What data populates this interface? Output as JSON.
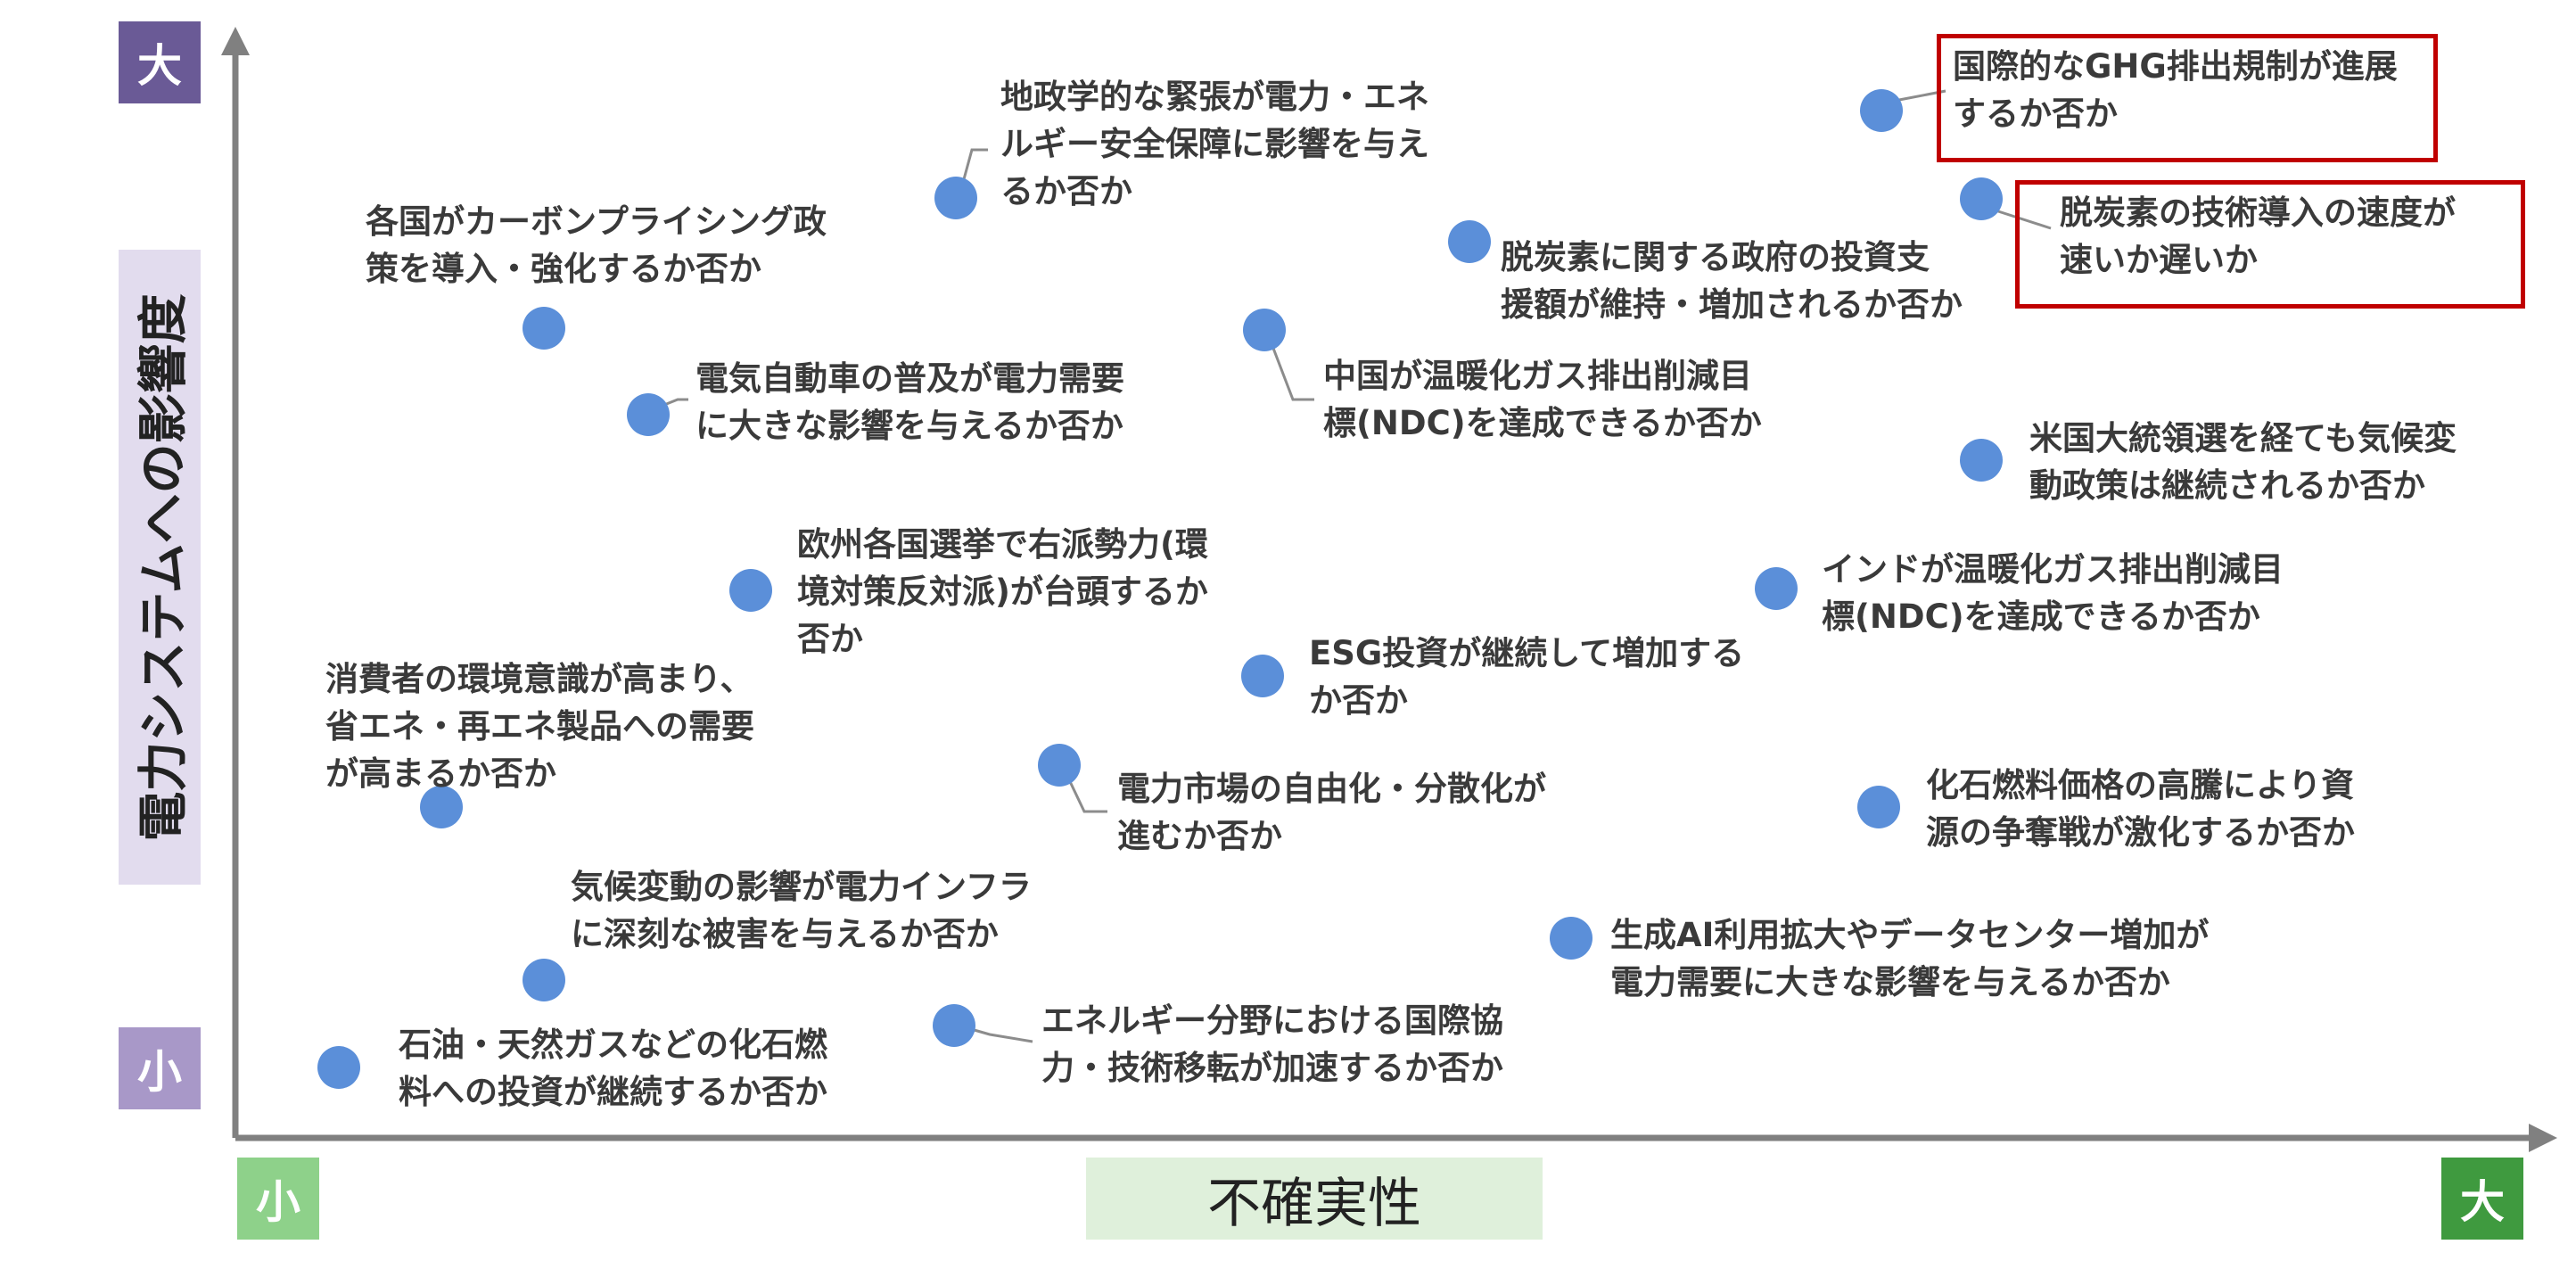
{
  "axes": {
    "y_title": "電力システムへの影響度",
    "y_high": "大",
    "y_low": "小",
    "x_title": "不確実性",
    "x_low": "小",
    "x_high": "大"
  },
  "colors": {
    "dot": "#5b8fd9",
    "axis": "#808080",
    "highlight": "#c00000",
    "y_high_badge": "#6a5a96",
    "y_low_badge": "#a898c8",
    "y_title_bg": "#e2dcee",
    "x_low_badge": "#8ed18a",
    "x_high_badge": "#3f9a3f",
    "x_title_bg": "#dff0db"
  },
  "chart_data": {
    "type": "scatter",
    "title": "",
    "xlabel": "不確実性",
    "ylabel": "電力システムへの影響度",
    "points": [
      {
        "label": "国際的なGHG排出規制が進展するか否か",
        "highlighted": true
      },
      {
        "label": "脱炭素の技術導入の速度が速いか遅いか",
        "highlighted": true
      },
      {
        "label": "脱炭素に関する政府の投資支援額が維持・増加されるか否か",
        "highlighted": false
      },
      {
        "label": "地政学的な緊張が電力・エネルギー安全保障に影響を与えるか否か",
        "highlighted": false
      },
      {
        "label": "各国がカーボンプライシング政策を導入・強化するか否か",
        "highlighted": false
      },
      {
        "label": "電気自動車の普及が電力需要に大きな影響を与えるか否か",
        "highlighted": false
      },
      {
        "label": "中国が温暖化ガス排出削減目標(NDC)を達成できるか否か",
        "highlighted": false
      },
      {
        "label": "米国大統領選を経ても気候変動政策は継続されるか否か",
        "highlighted": false
      },
      {
        "label": "欧州各国選挙で右派勢力(環境対策反対派)が台頭するか否か",
        "highlighted": false
      },
      {
        "label": "インドが温暖化ガス排出削減目標(NDC)を達成できるか否か",
        "highlighted": false
      },
      {
        "label": "ESG投資が継続して増加するか否か",
        "highlighted": false
      },
      {
        "label": "消費者の環境意識が高まり、省エネ・再エネ製品への需要が高まるか否か",
        "highlighted": false
      },
      {
        "label": "電力市場の自由化・分散化が進むか否か",
        "highlighted": false
      },
      {
        "label": "化石燃料価格の高騰により資源の争奪戦が激化するか否か",
        "highlighted": false
      },
      {
        "label": "気候変動の影響が電力インフラに深刻な被害を与えるか否か",
        "highlighted": false
      },
      {
        "label": "生成AI利用拡大やデータセンター増加が電力需要に大きな影響を与えるか否か",
        "highlighted": false
      },
      {
        "label": "エネルギー分野における国際協力・技術移転が加速するか否か",
        "highlighted": false
      },
      {
        "label": "石油・天然ガスなどの化石燃料への投資が継続するか否か",
        "highlighted": false
      }
    ],
    "label_lines": [
      [
        "国際的なGHG排出規制が進展",
        "するか否か"
      ],
      [
        "脱炭素の技術導入の速度が",
        "速いか遅いか"
      ],
      [
        "脱炭素に関する政府の投資支",
        "援額が維持・増加されるか否か"
      ],
      [
        "地政学的な緊張が電力・エネ",
        "ルギー安全保障に影響を与え",
        "るか否か"
      ],
      [
        "各国がカーボンプライシング政",
        "策を導入・強化するか否か"
      ],
      [
        "電気自動車の普及が電力需要",
        "に大きな影響を与えるか否か"
      ],
      [
        "中国が温暖化ガス排出削減目",
        "標(NDC)を達成できるか否か"
      ],
      [
        "米国大統領選を経ても気候変",
        "動政策は継続されるか否か"
      ],
      [
        "欧州各国選挙で右派勢力(環",
        "境対策反対派)が台頭するか",
        "否か"
      ],
      [
        "インドが温暖化ガス排出削減目",
        "標(NDC)を達成できるか否か"
      ],
      [
        "ESG投資が継続して増加する",
        "か否か"
      ],
      [
        "消費者の環境意識が高まり、",
        "省エネ・再エネ製品への需要",
        "が高まるか否か"
      ],
      [
        "電力市場の自由化・分散化が",
        "進むか否か"
      ],
      [
        "化石燃料価格の高騰により資",
        "源の争奪戦が激化するか否か"
      ],
      [
        "気候変動の影響が電力インフラ",
        "に深刻な被害を与えるか否か"
      ],
      [
        "生成AI利用拡大やデータセンター増加が",
        "電力需要に大きな影響を与えるか否か"
      ],
      [
        "エネルギー分野における国際協",
        "力・技術移転が加速するか否か"
      ],
      [
        "石油・天然ガスなどの化石燃",
        "料への投資が継続するか否か"
      ]
    ]
  }
}
